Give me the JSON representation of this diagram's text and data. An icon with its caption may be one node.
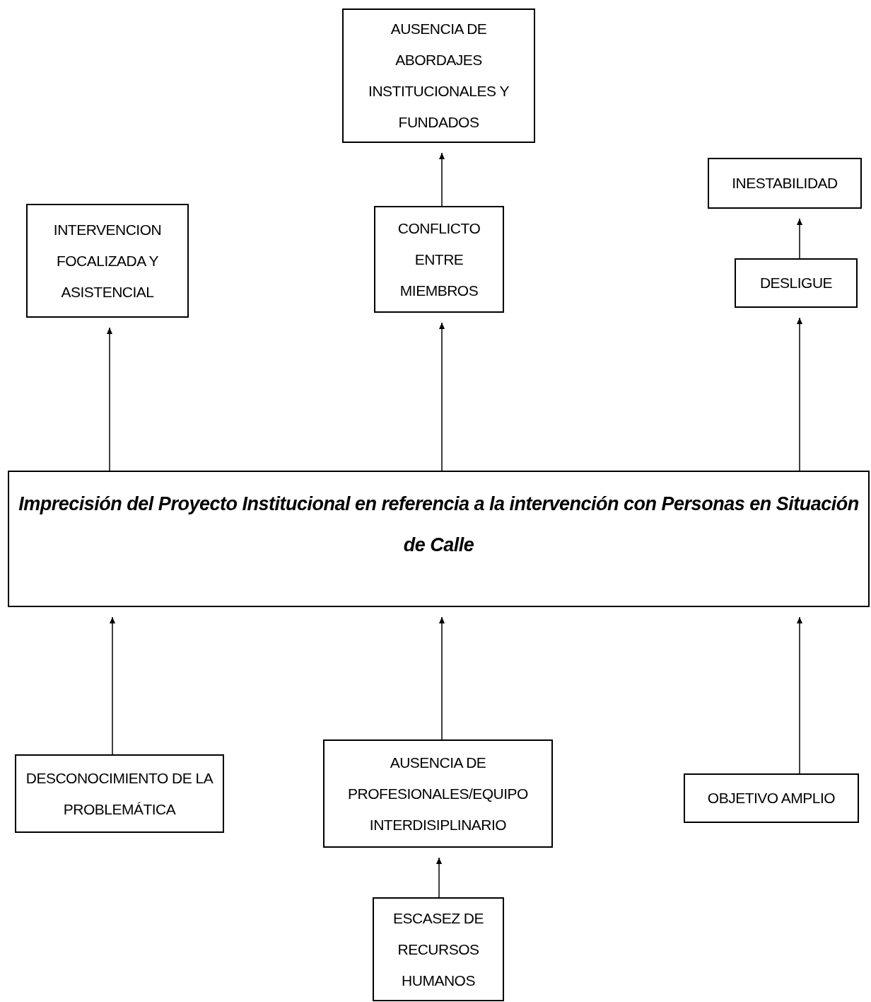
{
  "diagram": {
    "nodes": [
      {
        "text": [
          "AUSENCIA DE ABORDAJES INSTITUCIONALES Y FUNDADOS"
        ]
      },
      {
        "text": [
          "INESTABILIDAD"
        ]
      },
      {
        "text": [
          "INTERVENCION FOCALIZADA Y ASISTENCIAL"
        ]
      },
      {
        "text": [
          "CONFLICTO ENTRE MIEMBROS"
        ]
      },
      {
        "text": [
          "DESLIGUE"
        ]
      },
      {
        "text": [
          "Imprecisión del Proyecto Institucional en referencia a la intervención con Personas en Situación de Calle"
        ]
      },
      {
        "text": [
          "DESCONOCIMIENTO DE LA PROBLEMÁTICA"
        ]
      },
      {
        "text": [
          "AUSENCIA DE PROFESIONALES/EQUIPO INTERDISIPLINARIO"
        ]
      },
      {
        "text": [
          "OBJETIVO AMPLIO"
        ]
      },
      {
        "text": [
          "ESCASEZ DE RECURSOS HUMANOS"
        ]
      }
    ],
    "edges": [
      {
        "from": 3,
        "to": 0,
        "arrow": "to"
      },
      {
        "from": 4,
        "to": 1,
        "arrow": "to"
      },
      {
        "from": 5,
        "to": 2,
        "arrow": "to"
      },
      {
        "from": 5,
        "to": 3,
        "arrow": "to"
      },
      {
        "from": 5,
        "to": 4,
        "arrow": "to"
      },
      {
        "from": 6,
        "to": 5,
        "arrow": "to"
      },
      {
        "from": 7,
        "to": 5,
        "arrow": "to"
      },
      {
        "from": 8,
        "to": 5,
        "arrow": "to"
      },
      {
        "from": 9,
        "to": 7,
        "arrow": "to"
      }
    ]
  }
}
